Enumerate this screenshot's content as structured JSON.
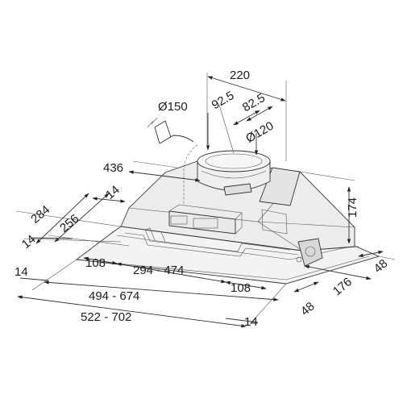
{
  "diagram": {
    "subject": "built-in cooker hood technical drawing",
    "dimensions": {
      "top_width": "220",
      "offset_a": "92.5",
      "offset_b": "82.5",
      "duct_outer": "Ø150",
      "duct_inner": "Ø120",
      "depth_436": "436",
      "depth_284": "284",
      "depth_256": "256",
      "small_14_mid": "14",
      "small_14_left": "14",
      "height_174": "174",
      "frame_48_right": "48",
      "depth_176": "176",
      "frame_48_bottom": "48",
      "inset_108_left": "108",
      "span_294_474": "294 - 474",
      "inset_108_right": "108",
      "small_14_low": "14",
      "span_494_674": "494 - 674",
      "span_522_702": "522 - 702",
      "small_14_bottom": "14"
    }
  }
}
